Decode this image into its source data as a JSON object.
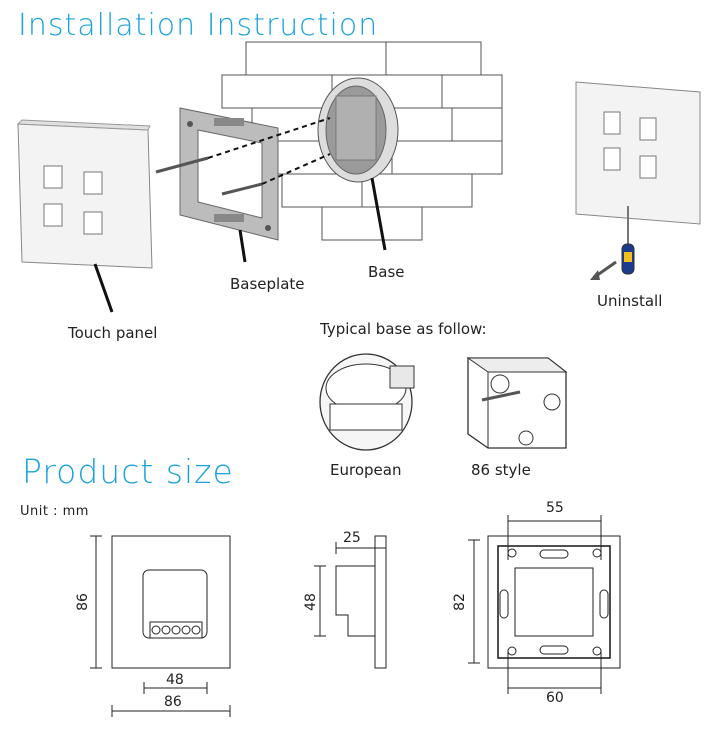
{
  "headings": {
    "installation": "Installation Instruction",
    "product_size": "Product size"
  },
  "install_labels": {
    "touch_panel": "Touch panel",
    "baseplate": "Baseplate",
    "base": "Base",
    "uninstall": "Uninstall",
    "typical_base": "Typical base as follow:",
    "european": "European",
    "style86": "86 style"
  },
  "size": {
    "unit": "Unit : mm",
    "front_height": "86",
    "front_width": "86",
    "module_width": "48",
    "side_depth": "25",
    "side_height": "48",
    "plate_top": "55",
    "plate_height": "82",
    "plate_bottom": "60"
  },
  "colors": {
    "heading": "#1aa3df",
    "line": "#222222",
    "panel": "#f4f4f4"
  }
}
